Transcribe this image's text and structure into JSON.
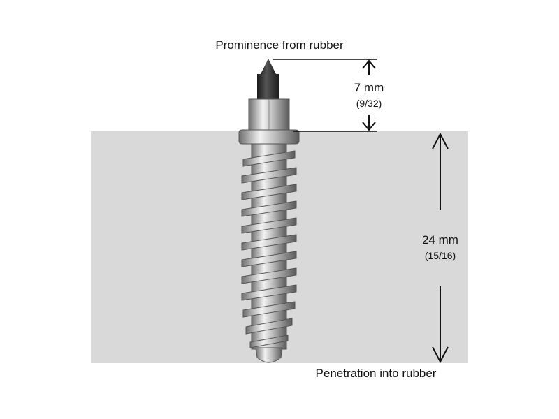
{
  "labels": {
    "prominence_title": "Prominence from rubber",
    "prominence_mm": "7 mm",
    "prominence_in": "(9/32)",
    "penetration_mm": "24 mm",
    "penetration_in": "(15/16)",
    "penetration_title": "Penetration into rubber"
  },
  "colors": {
    "rubber": "#d9d9d9",
    "carbide_tip": "#2e2e2e",
    "steel": "#b8b8b8"
  }
}
